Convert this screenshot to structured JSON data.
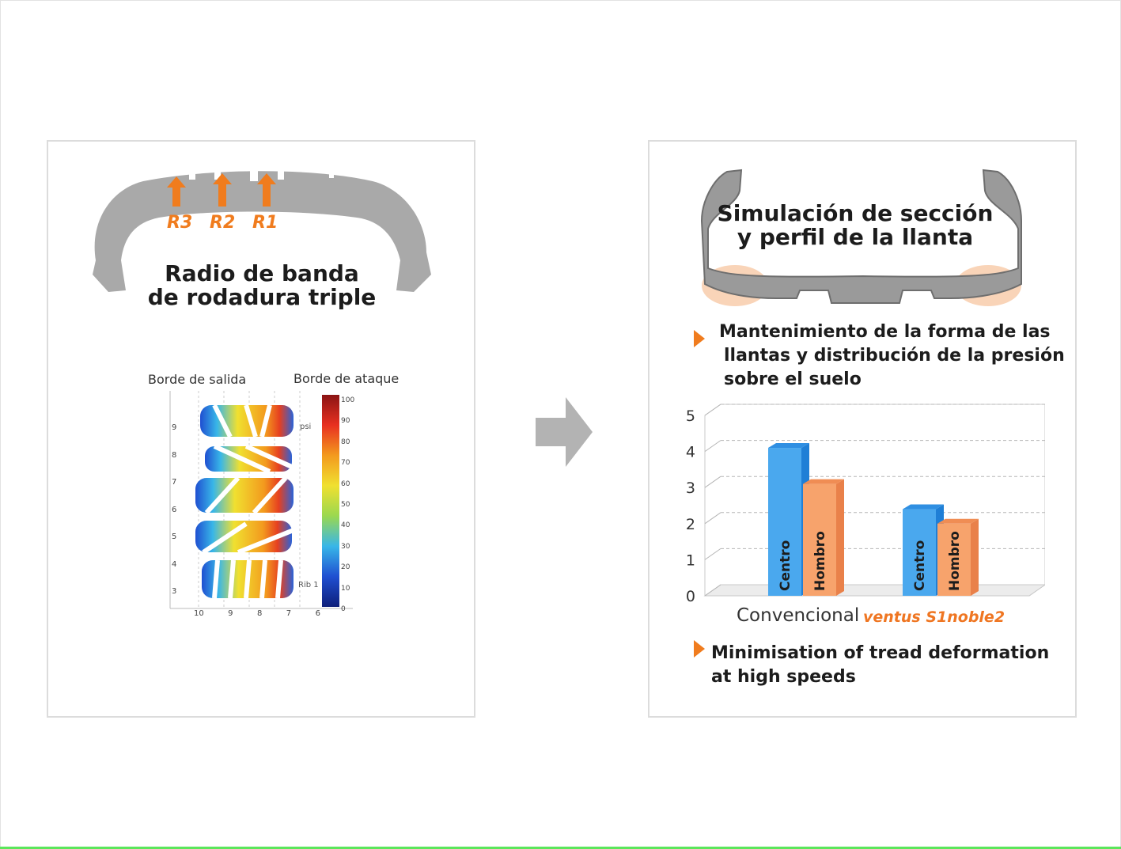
{
  "left_panel": {
    "tread_labels": [
      "R3",
      "R2",
      "R1"
    ],
    "title_line1": "Radio de banda",
    "title_line2": "de rodadura triple",
    "heatmap": {
      "trailing_edge_label": "Borde de salida",
      "leading_edge_label": "Borde de ataque",
      "unit_label": "psi",
      "rib_label": "Rib 1",
      "y_ticks": [
        "9",
        "8",
        "7",
        "6",
        "5",
        "4",
        "3"
      ],
      "x_ticks": [
        "10",
        "9",
        "8",
        "7",
        "6"
      ],
      "scale_ticks": [
        "100",
        "90",
        "80",
        "70",
        "60",
        "50",
        "40",
        "30",
        "20",
        "10",
        "0"
      ]
    }
  },
  "right_panel": {
    "title_line1": "Simulación de sección",
    "title_line2": "y perfil de la llanta",
    "bullet1_lines": [
      "Mantenimiento de la forma de las",
      "llantas y distribución de la presión",
      "sobre el suelo"
    ],
    "bullet2_lines": [
      "Minimisation of tread deformation",
      "at high speeds"
    ],
    "brand_label": "ventus S1noble2"
  },
  "chart_data": {
    "type": "bar",
    "categories": [
      "Convencional",
      "ventus S1noble2"
    ],
    "series": [
      {
        "name": "Centro",
        "values": [
          4.1,
          2.4
        ]
      },
      {
        "name": "Hombro",
        "values": [
          3.1,
          2.0
        ]
      }
    ],
    "ylim": [
      0,
      5
    ],
    "y_ticks": [
      "0",
      "1",
      "2",
      "3",
      "4",
      "5"
    ],
    "grid": true,
    "colors": {
      "Centro": "#4aa8ee",
      "Hombro": "#f7a36c"
    }
  },
  "colors": {
    "accent": "#f07c1e",
    "tire_gray": "#a9a9a9",
    "border": "#dcdcdc"
  }
}
